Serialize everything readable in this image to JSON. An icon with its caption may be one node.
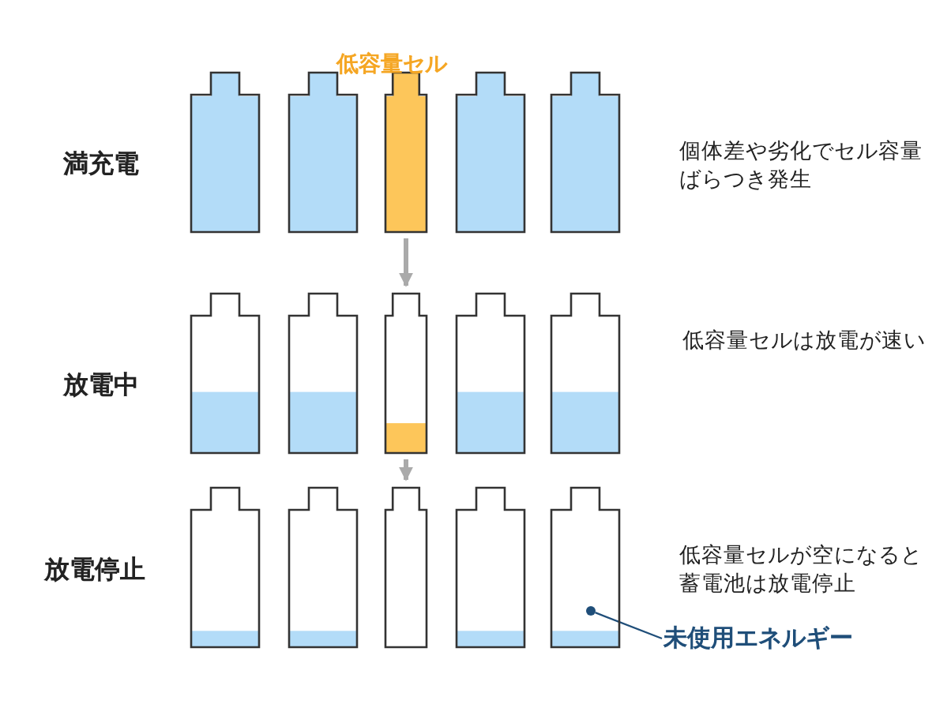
{
  "diagram": {
    "nodes": [
      {
        "text": [],
        "shape": "battery"
      },
      {
        "text": [],
        "shape": "battery"
      },
      {
        "text": [],
        "shape": "battery"
      },
      {
        "text": [],
        "shape": "battery"
      },
      {
        "text": [],
        "shape": "battery"
      },
      {
        "text": [],
        "shape": "battery"
      },
      {
        "text": [],
        "shape": "battery"
      },
      {
        "text": [],
        "shape": "battery"
      },
      {
        "text": [],
        "shape": "battery"
      },
      {
        "text": [],
        "shape": "battery"
      },
      {
        "text": [],
        "shape": "battery"
      },
      {
        "text": [],
        "shape": "battery"
      },
      {
        "text": [],
        "shape": "battery"
      },
      {
        "text": [],
        "shape": "battery"
      },
      {
        "text": [],
        "shape": "battery"
      },
      {
        "text": [],
        "shape": "circle",
        "in": 14
      },
      {
        "text": [
          "未使用エネルギー"
        ]
      }
    ],
    "edges": [
      {
        "from": 2,
        "to": 7,
        "arrow": "to"
      },
      {
        "from": 7,
        "to": 12,
        "arrow": "to"
      },
      {
        "from": 16,
        "to": 15,
        "arrow": "none",
        "color": "#1f4e79"
      }
    ],
    "labels": [
      "低容量セル",
      "満充電",
      "個体差や劣化でセル容量ばらつき発生",
      "放電中",
      "低容量セルは放電が速い",
      "放電停止",
      "低容量セルが空になると蓄電池は放電停止"
    ]
  }
}
